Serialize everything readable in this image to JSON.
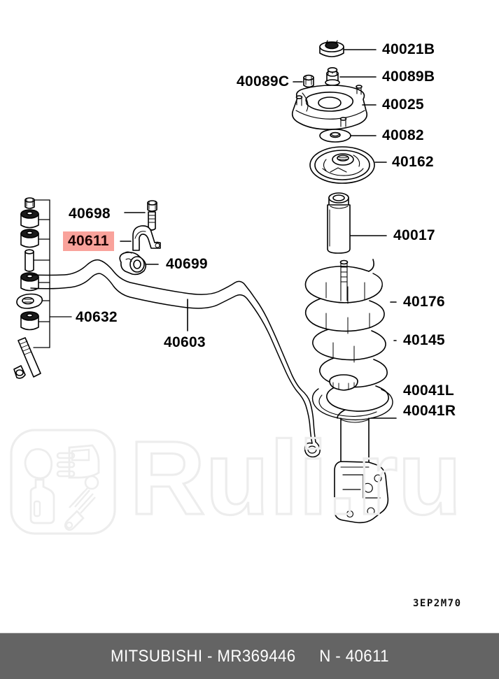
{
  "diagram": {
    "drawing_code": "3EP2M70",
    "highlighted_part": "40611",
    "callouts": [
      {
        "id": "c40021B",
        "text": "40021B",
        "highlight": false
      },
      {
        "id": "c40089C",
        "text": "40089C",
        "highlight": false
      },
      {
        "id": "c40089B",
        "text": "40089B",
        "highlight": false
      },
      {
        "id": "c40025",
        "text": "40025",
        "highlight": false
      },
      {
        "id": "c40082",
        "text": "40082",
        "highlight": false
      },
      {
        "id": "c40162",
        "text": "40162",
        "highlight": false
      },
      {
        "id": "c40017",
        "text": "40017",
        "highlight": false
      },
      {
        "id": "c40176",
        "text": "40176",
        "highlight": false
      },
      {
        "id": "c40145",
        "text": "40145",
        "highlight": false
      },
      {
        "id": "c40041L",
        "text": "40041L",
        "highlight": false
      },
      {
        "id": "c40041R",
        "text": "40041R",
        "highlight": false
      },
      {
        "id": "c40698",
        "text": "40698",
        "highlight": false
      },
      {
        "id": "c40611",
        "text": "40611",
        "highlight": true
      },
      {
        "id": "c40699",
        "text": "40699",
        "highlight": false
      },
      {
        "id": "c40632",
        "text": "40632",
        "highlight": false
      },
      {
        "id": "c40603",
        "text": "40603",
        "highlight": false
      }
    ],
    "colors": {
      "line": "#000000",
      "highlight_bg": "#f9a29b",
      "highlight_text": "#1a0000",
      "watermark": "#ededed",
      "footer_bg": "#646464",
      "footer_text": "#ffffff"
    }
  },
  "watermark": {
    "text": "Ruli.ru",
    "logo_alt": "auto-parts-logo"
  },
  "footer": {
    "brand": "MITSUBISHI",
    "separator": "-",
    "part_number": "MR369446",
    "catalog_prefix": "N",
    "catalog_number": "40611"
  }
}
